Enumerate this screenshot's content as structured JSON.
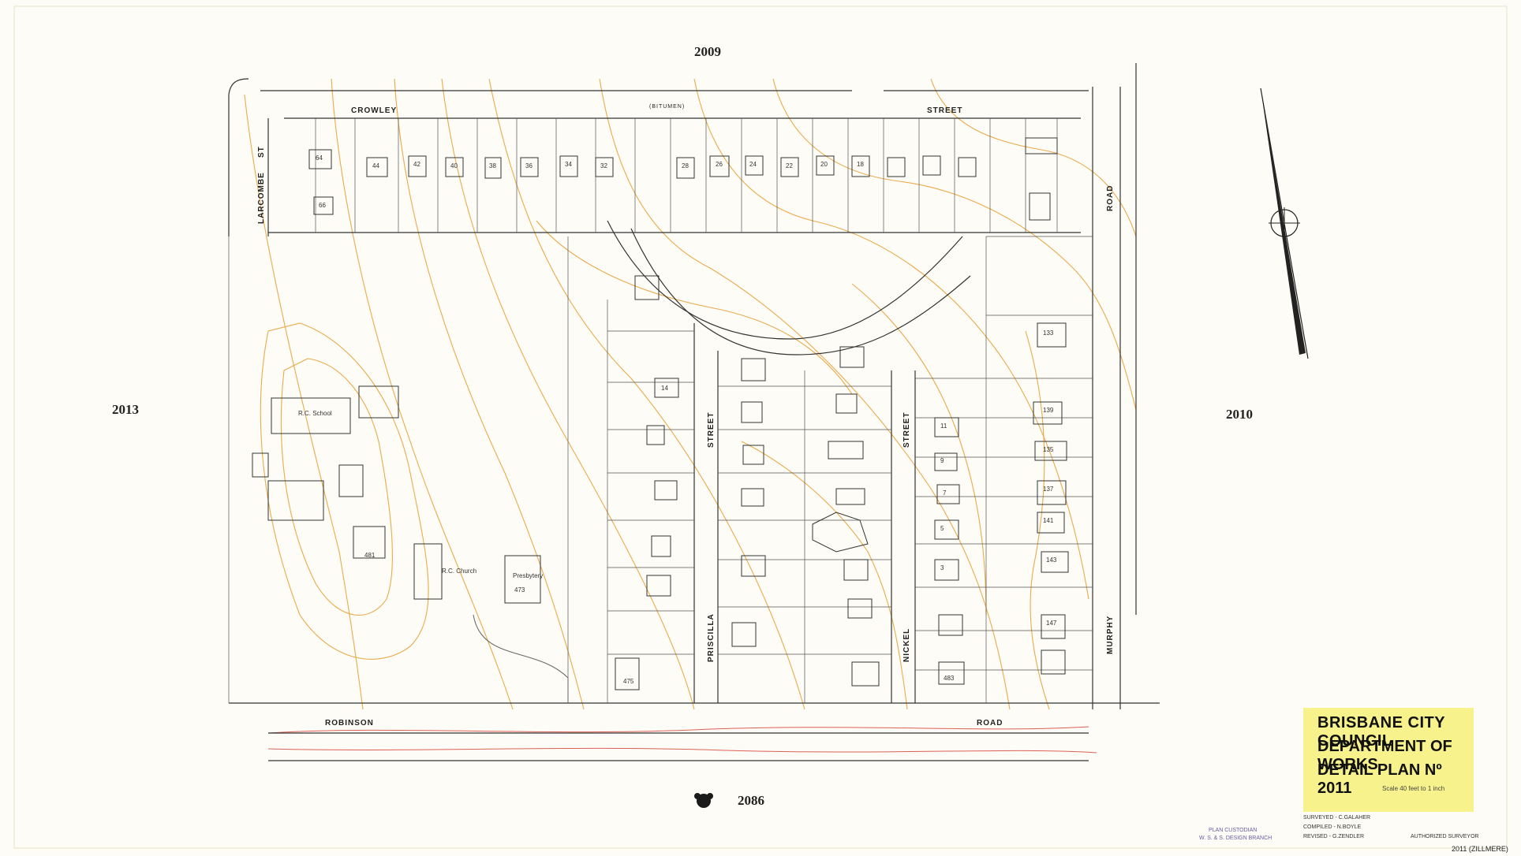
{
  "adjacent_sheets": {
    "north": "2009",
    "south": "2086",
    "west": "2013",
    "east": "2010"
  },
  "streets": {
    "crowley": "CROWLEY",
    "crowley_street": "STREET",
    "larcombe": "LARCOMBE",
    "larcombe_st": "ST",
    "robinson": "ROBINSON",
    "robinson_road": "ROAD",
    "priscilla": "PRISCILLA",
    "priscilla_street": "STREET",
    "nickel": "NICKEL",
    "nickel_street": "STREET",
    "murphy": "MURPHY",
    "murphy_road": "ROAD",
    "bitumen": "(BITUMEN)"
  },
  "building_labels": {
    "rc_school": "R.C. School",
    "rc_church": "R.C. Church",
    "presbytery": "Presbytery",
    "house_473": "473",
    "house_481": "481",
    "house_475": "475",
    "house_483": "483"
  },
  "lot_numbers": [
    "64",
    "44",
    "42",
    "40",
    "38",
    "36",
    "34",
    "32",
    "28",
    "26",
    "24",
    "22",
    "20",
    "18",
    "66",
    "14",
    "11",
    "9",
    "7",
    "5",
    "3",
    "135",
    "137",
    "139",
    "141",
    "143",
    "147",
    "133"
  ],
  "title_block": {
    "line1": "BRISBANE CITY COUNCIL",
    "line2": "DEPARTMENT OF WORKS",
    "line3": "DETAIL PLAN Nº 2011",
    "scale": "Scale 40 feet to 1 inch",
    "surveyed": "SURVEYED - C.GALAHER",
    "compiled": "COMPILED - N.BOYLE",
    "revised": "REVISED - G.ZENDLER",
    "authorized": "AUTHORIZED SURVEYOR",
    "plan_custodian": "PLAN CUSTODIAN",
    "branch": "W. S. & S. DESIGN BRANCH"
  },
  "footer": "2011 (ZILLMERE)",
  "colors": {
    "contour": "#e8a23a",
    "contour_red": "#d9453a",
    "ink": "#333333",
    "title_bg": "#f7f28c",
    "paper": "#fdfcf6"
  }
}
